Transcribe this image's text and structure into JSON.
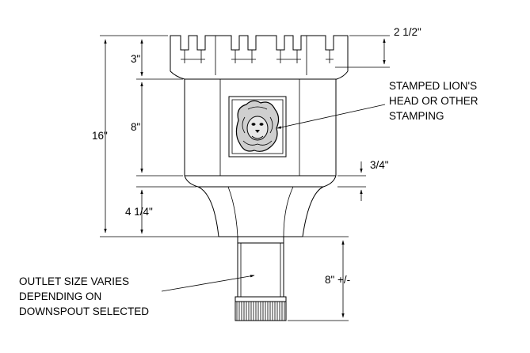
{
  "dimensions": {
    "overall_height": "16\"",
    "crown_height": "3\"",
    "body_height": "8\"",
    "bowl_height": "4 1/4\"",
    "crenel_depth": "2 1/2\"",
    "band_height": "3/4\"",
    "outlet_length": "8\" +/-"
  },
  "callouts": {
    "stamping": [
      "STAMPED LION'S",
      "HEAD OR OTHER",
      "STAMPING"
    ],
    "outlet": [
      "OUTLET SIZE VARIES",
      "DEPENDING ON",
      "DOWNSPOUT SELECTED"
    ]
  }
}
